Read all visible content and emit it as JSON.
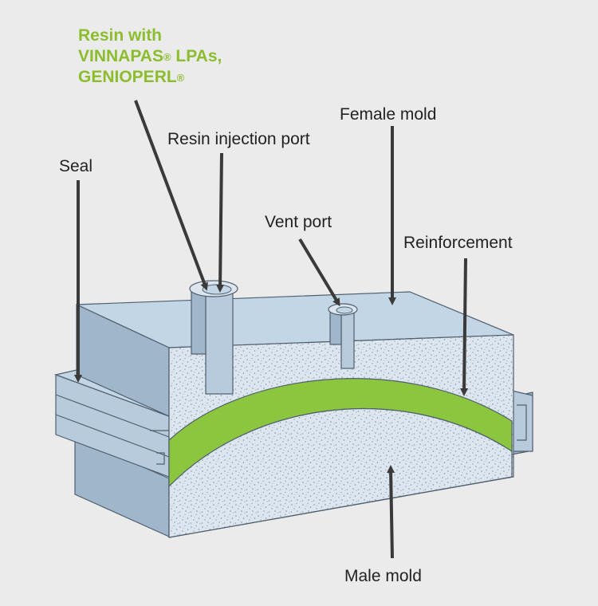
{
  "labels": {
    "resin_line1": "Resin with",
    "resin_line2": "VINNAPAS",
    "resin_line2_suffix": " LPAs,",
    "resin_line3": "GENIOPERL",
    "registered": "®",
    "resin_injection_port": "Resin injection port",
    "female_mold": "Female mold",
    "seal": "Seal",
    "vent_port": "Vent port",
    "reinforcement": "Reinforcement",
    "male_mold": "Male mold"
  },
  "colors": {
    "background": "#ebebeb",
    "mold_top": "#c3d6e6",
    "mold_side": "#9fb6cb",
    "mold_front": "#dde6ee",
    "flange_front": "#b8cbdc",
    "reinforcement": "#8cc63f",
    "label_green": "#8cbd2e",
    "arrow": "#3a3a3a",
    "outline": "#4f5f6e"
  }
}
